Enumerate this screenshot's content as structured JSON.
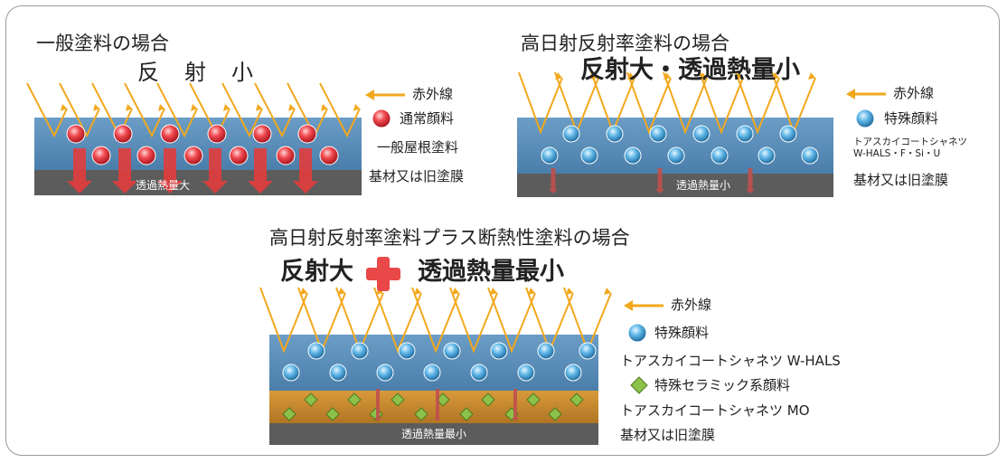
{
  "panel1": {
    "title": "一般塗料の場合",
    "subtitle": "反　射　小",
    "infrared_label": "赤外線",
    "pigment_label": "通常顔料",
    "coat_label": "一般屋根塗料",
    "substrate_label": "基材又は旧塗膜",
    "heat_label": "透過熱量大"
  },
  "panel2": {
    "title": "高日射反射率塗料の場合",
    "subtitle": "反射大・透過熱量小",
    "infrared_label": "赤外線",
    "pigment_label": "特殊顔料",
    "product_line1": "トアスカイコートシャネツ",
    "product_line2": "W-HALS・F・Si・U",
    "substrate_label": "基材又は旧塗膜",
    "heat_label": "透過熱量小"
  },
  "panel3": {
    "title": "高日射反射率塗料プラス断熱性塗料の場合",
    "subtitle_left": "反射大",
    "subtitle_right": "透過熱量最小",
    "infrared_label": "赤外線",
    "pigment_label": "特殊顔料",
    "product_top": "トアスカイコートシャネツ W-HALS",
    "ceramic_label": "特殊セラミック系顔料",
    "product_bottom": "トアスカイコートシャネツ MO",
    "substrate_label": "基材又は旧塗膜",
    "heat_label": "透過熱量最小"
  },
  "colors": {
    "coat_blue": "#5a8db8",
    "substrate_gray": "#5c5c5c",
    "infrared_orange": "#f2a81d",
    "red_pigment": "#e8343c",
    "blue_pigment": "#5fb4e4",
    "insulation_orange": "#c98a2e",
    "ceramic_green": "#7cb342",
    "heat_red": "#e23c3c"
  }
}
